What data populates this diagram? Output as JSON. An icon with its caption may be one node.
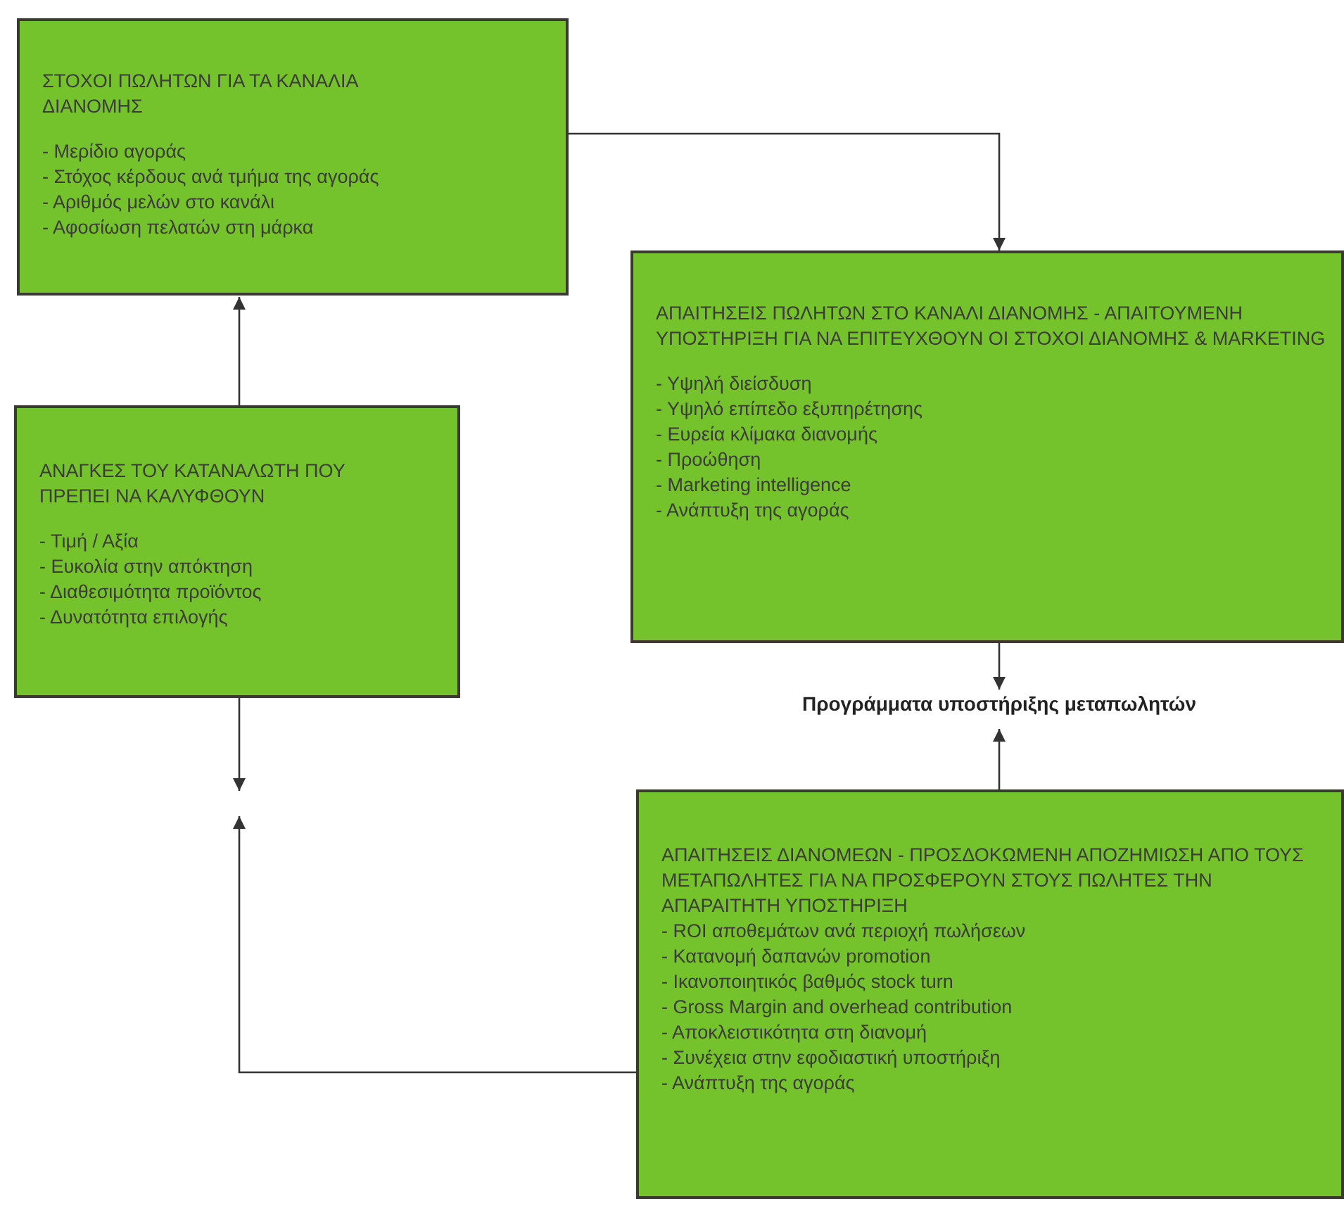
{
  "diagram": {
    "nodes": [
      {
        "text": [
          "ΣΤΟΧΟΙ ΠΩΛΗΤΩΝ ΓΙΑ ΤΑ ΚΑΝΑΛΙΑ ΔΙΑΝΟΜΗΣ",
          "- Μερίδιο αγοράς",
          "- Στόχος κέρδους ανά τμήμα της αγοράς",
          "- Αριθμός μελών στο κανάλι",
          "- Αφοσίωση πελατών στη μάρκα"
        ]
      },
      {
        "text": [
          "ΑΠΑΙΤΗΣΕΙΣ ΠΩΛΗΤΩΝ ΣΤΟ ΚΑΝΑΛΙ ΔΙΑΝΟΜΗΣ - ΑΠΑΙΤΟΥΜΕΝΗ ΥΠΟΣΤΗΡΙΞΗ ΓΙΑ ΝΑ ΕΠΙΤΕΥΧΘΟΥΝ ΟΙ ΣΤΟΧΟΙ ΔΙΑΝΟΜΗΣ & MARKETING",
          "- Υψηλή διείσδυση",
          "- Υψηλό επίπεδο εξυπηρέτησης",
          "- Ευρεία κλίμακα διανομής",
          "- Προώθηση",
          "- Marketing intelligence",
          "- Ανάπτυξη της αγοράς"
        ]
      },
      {
        "text": [
          "ΑΝΑΓΚΕΣ ΤΟΥ ΚΑΤΑΝΑΛΩΤΗ ΠΟΥ ΠΡΕΠΕΙ ΝΑ ΚΑΛΥΦΘΟΥΝ",
          "- Τιμή / Αξία",
          "- Ευκολία στην απόκτηση",
          "- Διαθεσιμότητα προϊόντος",
          "- Δυνατότητα επιλογής"
        ]
      },
      {
        "text": [
          "Προγράμματα υποστήριξης μεταπωλητών"
        ]
      },
      {
        "text": [
          "ΑΠΑΙΤΗΣΕΙΣ ΔΙΑΝΟΜΕΩΝ - ΠΡΟΣΔΟΚΩΜΕΝΗ ΑΠΟΖΗΜΙΩΣΗ ΑΠΟ ΤΟΥΣ ΜΕΤΑΠΩΛΗΤΕΣ ΓΙΑ ΝΑ ΠΡΟΣΦΕΡΟΥΝ ΣΤΟΥΣ ΠΩΛΗΤΕΣ ΤΗΝ ΑΠΑΡΑΙΤΗΤΗ ΥΠΟΣΤΗΡΙΞΗ",
          "- ROI αποθεμάτων ανά περιοχή πωλήσεων",
          "- Κατανομή δαπανών promotion",
          "- Ικανοποιητικός βαθμός stock turn",
          "- Gross Margin and overhead contribution",
          "- Αποκλειστικότητα στη διανομή",
          "- Συνέχεια στην εφοδιαστική υποστήριξη",
          "- Ανάπτυξη της αγοράς"
        ]
      }
    ],
    "edges": [
      {
        "from": 0,
        "to": 1,
        "arrow": "to"
      },
      {
        "from": 2,
        "to": 0,
        "arrow": "to"
      },
      {
        "from": 2,
        "to": null,
        "arrow": "to"
      },
      {
        "from": 4,
        "to": null,
        "arrow": "to"
      },
      {
        "from": 1,
        "to": 3,
        "arrow": "to"
      },
      {
        "from": 4,
        "to": 3,
        "arrow": "to"
      }
    ]
  }
}
